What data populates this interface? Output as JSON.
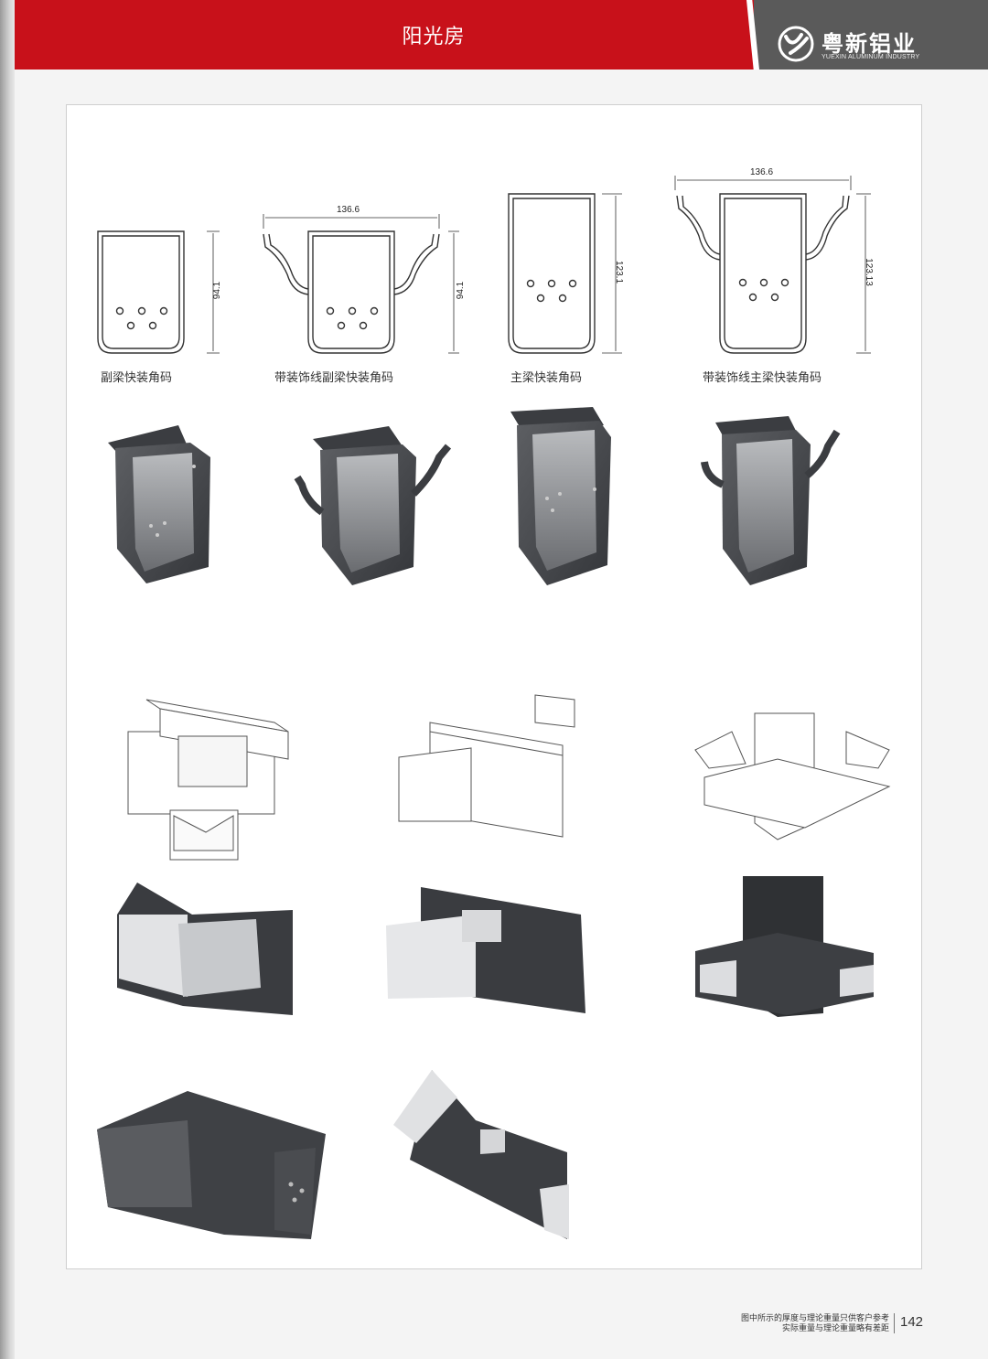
{
  "header": {
    "title": "阳光房",
    "brand_name": "粤新铝业",
    "brand_sub": "YUEXIN ALUMINUM INDUSTRY"
  },
  "profiles": [
    {
      "label": "副梁快装角码",
      "height_dim": "94.1"
    },
    {
      "label": "带装饰线副梁快装角码",
      "width_dim": "136.6",
      "height_dim": "94.1"
    },
    {
      "label": "主梁快装角码",
      "height_dim": "123.1"
    },
    {
      "label": "带装饰线主梁快装角码",
      "width_dim": "136.6",
      "height_dim": "123.13"
    }
  ],
  "footer": {
    "note_line1": "图中所示的厚度与理论重量只供客户参考",
    "note_line2": "实际重量与理论重量略有差距",
    "page_number": "142"
  }
}
